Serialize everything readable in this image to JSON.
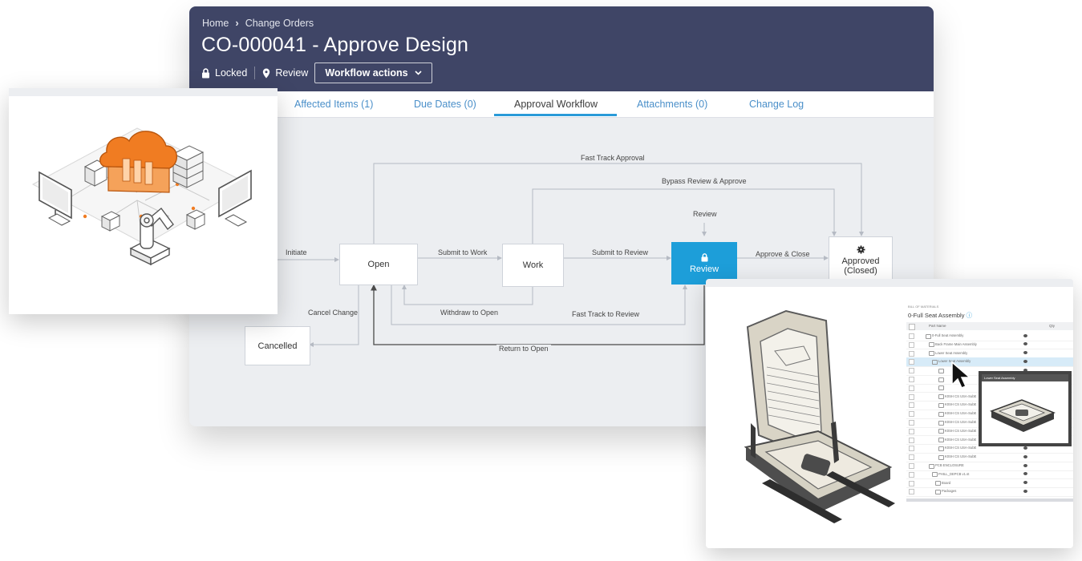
{
  "breadcrumb": {
    "home": "Home",
    "current": "Change Orders"
  },
  "title": "CO-000041 - Approve Design",
  "status": {
    "lock_label": "Locked",
    "state_label": "Review",
    "workflow_button": "Workflow actions"
  },
  "tabs": [
    {
      "label": "Affected Items (1)"
    },
    {
      "label": "Due Dates (0)"
    },
    {
      "label": "Approval Workflow",
      "active": true
    },
    {
      "label": "Attachments (0)"
    },
    {
      "label": "Change Log"
    }
  ],
  "workflow": {
    "nodes": {
      "open": "Open",
      "work": "Work",
      "review": "Review",
      "approved_line1": "Approved",
      "approved_line2": "(Closed)",
      "cancelled": "Cancelled"
    },
    "transitions": {
      "initiate": "Initiate",
      "submit_to_work": "Submit to Work",
      "submit_to_review": "Submit to Review",
      "approve_close": "Approve & Close",
      "fast_track_approval": "Fast Track Approval",
      "bypass_review": "Bypass Review & Approve",
      "review": "Review",
      "withdraw_to_open": "Withdraw to Open",
      "fast_track_review": "Fast Track to Review",
      "cancel_change": "Cancel Change",
      "return_to_open": "Return to Open"
    }
  },
  "bom": {
    "caption": "BILL OF MATERIALS",
    "title": "0-Full Seat Assembly",
    "col_name": "Part Name",
    "col_qty": "Qty",
    "rows": [
      "0-Full Seat Assembly",
      "Back Frame Main Assembly",
      "Lower Seat Assembly",
      "Lower Seat Assembly",
      "",
      "",
      "",
      "K0SH CS USA-SubE",
      "K0SH CS USA-SubE",
      "K0SH CS USA-SubE",
      "K0SH CS USA-SubE",
      "K0SH CS USA-SubE",
      "K0SH CS USA-SubE",
      "K0SH CS USA-SubE",
      "K0SH CS USA-SubE",
      "PCB ENCLOSURE",
      "PHILL_DEPCB v1.st",
      "Board",
      "Packages"
    ],
    "selected_row": 3,
    "popup_title": "Lower Seat Assembly"
  },
  "colors": {
    "header_bg": "#3f4566",
    "accent": "#1d9ed9",
    "illustration_orange": "#f07c22"
  }
}
